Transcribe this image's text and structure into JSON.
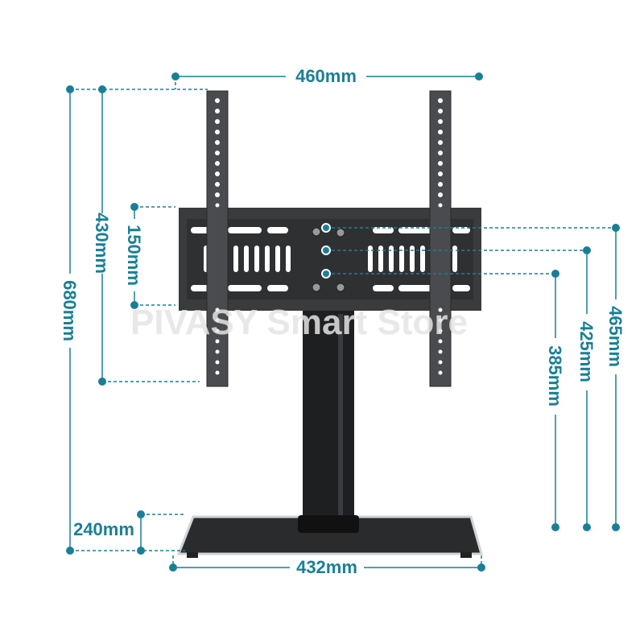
{
  "colors": {
    "accent": "#1a7f96",
    "metal": "#3a3b3d",
    "background": "#ffffff"
  },
  "watermark": "PIVASY Smart Store",
  "dimensions": {
    "top_width": "460mm",
    "total_height": "680mm",
    "arm_height": "430mm",
    "plate_height": "150mm",
    "base_depth": "240mm",
    "base_width": "432mm",
    "max_mount_height": "465mm",
    "mid_mount_height": "425mm",
    "min_mount_height": "385mm"
  }
}
